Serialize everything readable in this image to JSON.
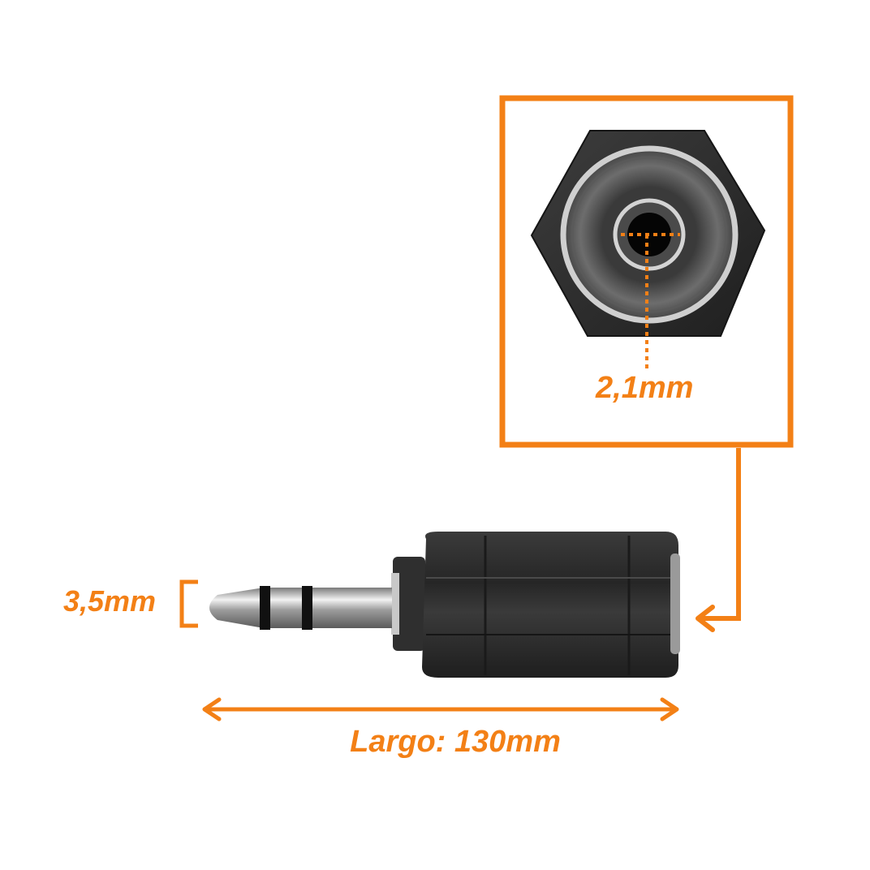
{
  "labels": {
    "hole_diameter": "2,1mm",
    "plug_diameter": "3,5mm",
    "length": "Largo: 130mm"
  },
  "colors": {
    "accent": "#f38016",
    "body": "#2a2a2a",
    "metal": "#b8b8b8"
  }
}
